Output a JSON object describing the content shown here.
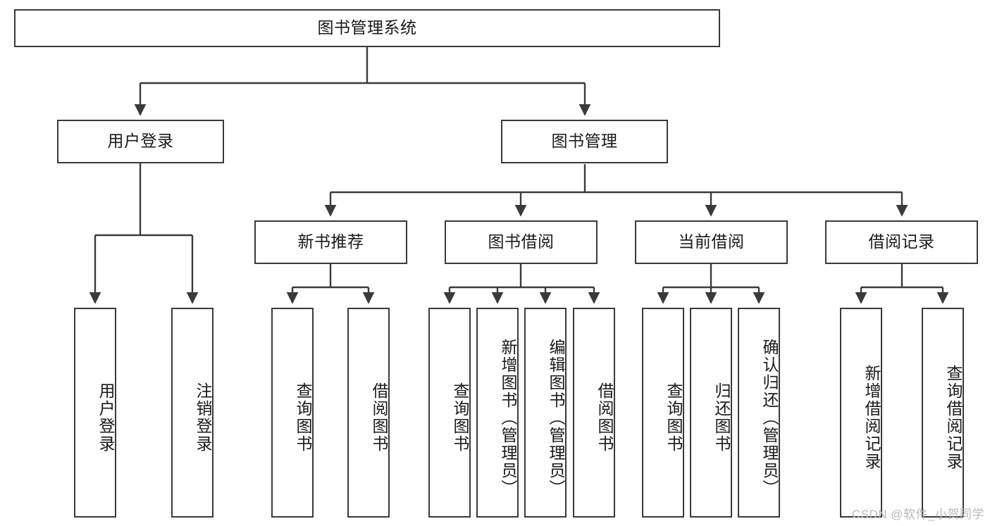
{
  "diagram": {
    "title_text": "图书管理系统",
    "type": "tree-hierarchy-diagram",
    "background_color": "#ffffff",
    "line_color": "#3a3a3a",
    "box_border_color": "#3a3a3a",
    "text_color": "#1a1a1a"
  },
  "nodes": {
    "root": {
      "label": "图书管理系统",
      "level": 1
    },
    "l2": [
      {
        "id": "user-login",
        "label": "用户登录",
        "level": 2
      },
      {
        "id": "book-manage",
        "label": "图书管理",
        "level": 2
      }
    ],
    "l3": [
      {
        "id": "new-book-recommend",
        "label": "新书推荐",
        "level": 3
      },
      {
        "id": "book-borrow",
        "label": "图书借阅",
        "level": 3
      },
      {
        "id": "current-borrow",
        "label": "当前借阅",
        "level": 3
      },
      {
        "id": "borrow-record",
        "label": "借阅记录",
        "level": 3
      }
    ],
    "leaves": {
      "user_login": [
        {
          "id": "leaf-user-login",
          "label": "用户登录"
        },
        {
          "id": "leaf-logout",
          "label": "注销登录"
        }
      ],
      "new_book_recommend": [
        {
          "id": "leaf-query-book-1",
          "label": "查询图书"
        },
        {
          "id": "leaf-borrow-book-1",
          "label": "借阅图书"
        }
      ],
      "book_borrow": [
        {
          "id": "leaf-query-book-2",
          "label": "查询图书"
        },
        {
          "id": "leaf-add-book",
          "label": "新增图书（管理员）"
        },
        {
          "id": "leaf-edit-book",
          "label": "编辑图书（管理员）"
        },
        {
          "id": "leaf-borrow-book-2",
          "label": "借阅图书"
        }
      ],
      "current_borrow": [
        {
          "id": "leaf-query-book-3",
          "label": "查询图书"
        },
        {
          "id": "leaf-return-book",
          "label": "归还图书"
        },
        {
          "id": "leaf-confirm-return",
          "label": "确认归还（管理员）"
        }
      ],
      "borrow_record": [
        {
          "id": "leaf-add-record",
          "label": "新增借阅记录"
        },
        {
          "id": "leaf-query-record",
          "label": "查询借阅记录"
        }
      ]
    }
  },
  "watermark": {
    "text": "CSDN @软件_小贺同学"
  }
}
